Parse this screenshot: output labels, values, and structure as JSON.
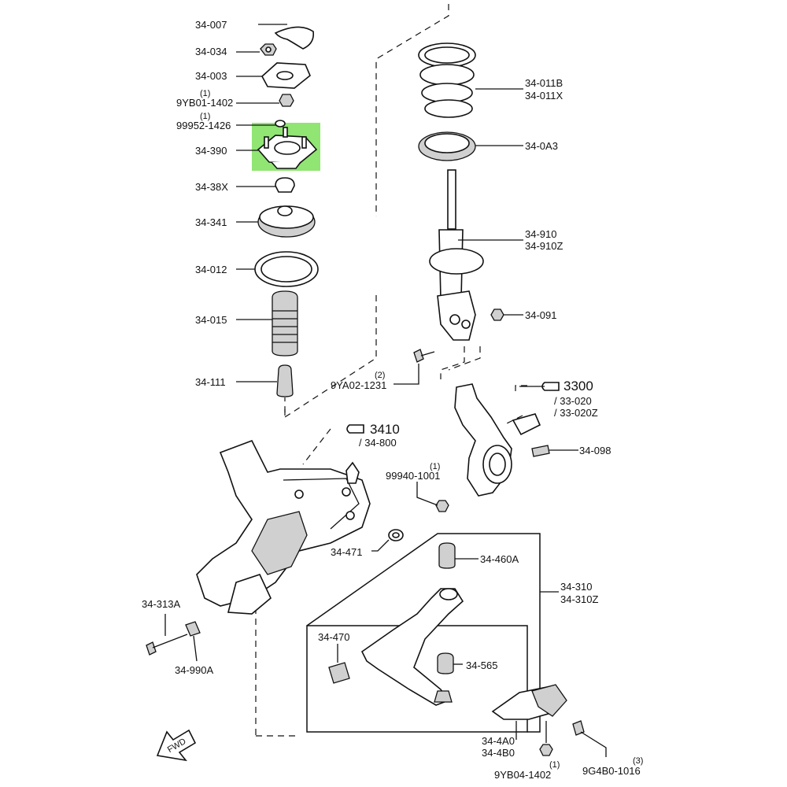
{
  "labels": {
    "p34_007": "34-007",
    "p34_034": "34-034",
    "p34_003": "34-003",
    "q1a": "(1)",
    "p9YB01_1402": "9YB01-1402",
    "q1b": "(1)",
    "p99952_1426": "99952-1426",
    "p34_390": "34-390",
    "p34_38X": "34-38X",
    "p34_341": "34-341",
    "p34_012": "34-012",
    "p34_015": "34-015",
    "p34_111": "34-111",
    "p34_011B": "34-011B",
    "p34_011X": "34-011X",
    "p34_0A3": "34-0A3",
    "p34_910": "34-910",
    "p34_910Z": "34-910Z",
    "p34_091": "34-091",
    "q2": "(2)",
    "p9YA02_1231": "9YA02-1231",
    "ref3300": "3300",
    "p33_020": "/ 33-020",
    "p33_020Z": "/ 33-020Z",
    "p34_098": "34-098",
    "ref3410": "3410",
    "p34_800": "/ 34-800",
    "q1c": "(1)",
    "p99940_1001": "99940-1001",
    "p34_471": "34-471",
    "p34_460A": "34-460A",
    "p34_310": "34-310",
    "p34_310Z": "34-310Z",
    "p34_313A": "34-313A",
    "p34_990A": "34-990A",
    "p34_470": "34-470",
    "p34_565": "34-565",
    "p34_4A0": "34-4A0",
    "p34_4B0": "34-4B0",
    "q1d": "(1)",
    "p9YB04_1402": "9YB04-1402",
    "q3": "(3)",
    "p9G4B0_1016": "9G4B0-1016",
    "fwd": "FWD"
  },
  "highlight": {
    "part": "34-390",
    "color": "#7de05a"
  },
  "colors": {
    "line": "#111111",
    "background": "#ffffff"
  }
}
